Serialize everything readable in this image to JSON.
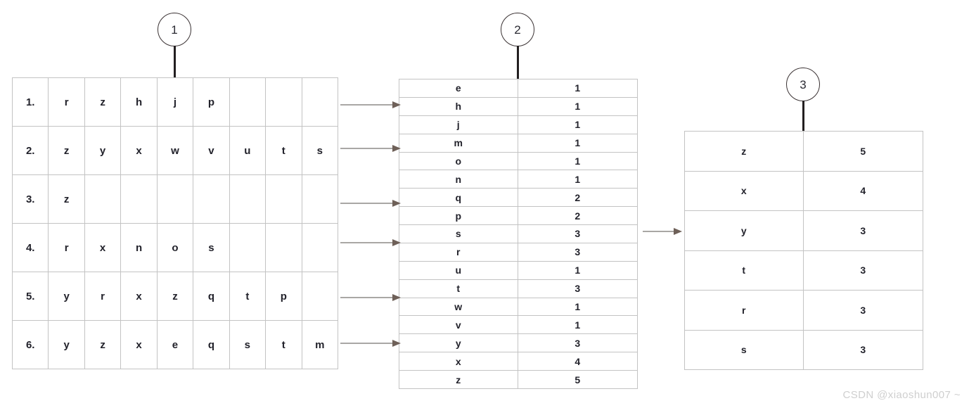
{
  "callouts": [
    {
      "id": "callout-1",
      "label": "1"
    },
    {
      "id": "callout-2",
      "label": "2"
    },
    {
      "id": "callout-3",
      "label": "3"
    }
  ],
  "table_one": {
    "name": "input-rows-table",
    "rows": [
      {
        "index": "1.",
        "cells": [
          "r",
          "z",
          "h",
          "j",
          "p",
          "",
          "",
          ""
        ]
      },
      {
        "index": "2.",
        "cells": [
          "z",
          "y",
          "x",
          "w",
          "v",
          "u",
          "t",
          "s"
        ]
      },
      {
        "index": "3.",
        "cells": [
          "z",
          "",
          "",
          "",
          "",
          "",
          "",
          ""
        ]
      },
      {
        "index": "4.",
        "cells": [
          "r",
          "x",
          "n",
          "o",
          "s",
          "",
          "",
          ""
        ]
      },
      {
        "index": "5.",
        "cells": [
          "y",
          "r",
          "x",
          "z",
          "q",
          "t",
          "p",
          ""
        ]
      },
      {
        "index": "6.",
        "cells": [
          "y",
          "z",
          "x",
          "e",
          "q",
          "s",
          "t",
          "m"
        ]
      }
    ]
  },
  "table_two": {
    "name": "letter-count-table",
    "rows": [
      {
        "letter": "e",
        "count": "1"
      },
      {
        "letter": "h",
        "count": "1"
      },
      {
        "letter": "j",
        "count": "1"
      },
      {
        "letter": "m",
        "count": "1"
      },
      {
        "letter": "o",
        "count": "1"
      },
      {
        "letter": "n",
        "count": "1"
      },
      {
        "letter": "q",
        "count": "2"
      },
      {
        "letter": "p",
        "count": "2"
      },
      {
        "letter": "s",
        "count": "3"
      },
      {
        "letter": "r",
        "count": "3"
      },
      {
        "letter": "u",
        "count": "1"
      },
      {
        "letter": "t",
        "count": "3"
      },
      {
        "letter": "w",
        "count": "1"
      },
      {
        "letter": "v",
        "count": "1"
      },
      {
        "letter": "y",
        "count": "3"
      },
      {
        "letter": "x",
        "count": "4"
      },
      {
        "letter": "z",
        "count": "5"
      }
    ]
  },
  "table_three": {
    "name": "top-results-table",
    "rows": [
      {
        "letter": "z",
        "count": "5"
      },
      {
        "letter": "x",
        "count": "4"
      },
      {
        "letter": "y",
        "count": "3"
      },
      {
        "letter": "t",
        "count": "3"
      },
      {
        "letter": "r",
        "count": "3"
      },
      {
        "letter": "s",
        "count": "3"
      }
    ]
  },
  "arrows": [
    {
      "name": "arrow-row-1"
    },
    {
      "name": "arrow-row-2"
    },
    {
      "name": "arrow-row-3"
    },
    {
      "name": "arrow-row-4"
    },
    {
      "name": "arrow-row-5"
    },
    {
      "name": "arrow-row-6"
    },
    {
      "name": "arrow-to-results"
    }
  ],
  "watermark": {
    "text": "CSDN @xiaoshun007 ~"
  },
  "colors": {
    "grid_line": "#c3c3c3",
    "arrow_shaft": "#a9a7a5",
    "arrow_head": "#6e6058",
    "callout_stroke": "#3a3233",
    "text": "#22222b",
    "watermark": "#cfcfcf"
  }
}
